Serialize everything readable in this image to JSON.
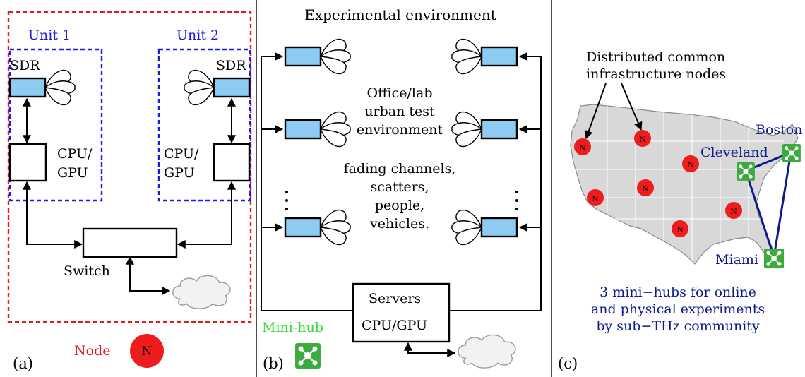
{
  "panel_a": {
    "unit1_label": "Unit 1",
    "unit2_label": "Unit 2",
    "sdr_label_left": "SDR",
    "sdr_label_right": "SDR",
    "cpu_line1_left": "CPU/",
    "cpu_line2_left": "GPU",
    "cpu_line1_right": "CPU/",
    "cpu_line2_right": "GPU",
    "switch_label": "Switch",
    "caption": "(a)"
  },
  "legend": {
    "node_label": "Node",
    "node_symbol": "N",
    "minihub_label": "Mini-hub"
  },
  "panel_b": {
    "title": "Experimental environment",
    "env_line1": "Office/lab",
    "env_line2": "urban test",
    "env_line3": "environment",
    "ch_line1": "fading channels,",
    "ch_line2": "scatters,",
    "ch_line3": "people,",
    "ch_line4": "vehicles.",
    "servers_line1": "Servers",
    "servers_line2": "CPU/GPU",
    "caption": "(b)"
  },
  "panel_c": {
    "infra_line1": "Distributed common",
    "infra_line2": "infrastructure nodes",
    "city_boston": "Boston",
    "city_cleveland": "Cleveland",
    "city_miami": "Miami",
    "hubs_line1": "3 mini−hubs for online",
    "hubs_line2": "and physical experiments",
    "hubs_line3": "by sub−THz community",
    "caption": "(c)"
  },
  "colors": {
    "node_red": "#ee1c1c",
    "sdr_blue": "#8ecbf2",
    "unit_blue": "#1c1ce6",
    "outer_red": "#e61c1c",
    "hub_green": "#3daa3d",
    "minihub_text": "#33dd33",
    "triangle_navy": "#0b1a8c",
    "map_gray": "#d8d8d8"
  }
}
